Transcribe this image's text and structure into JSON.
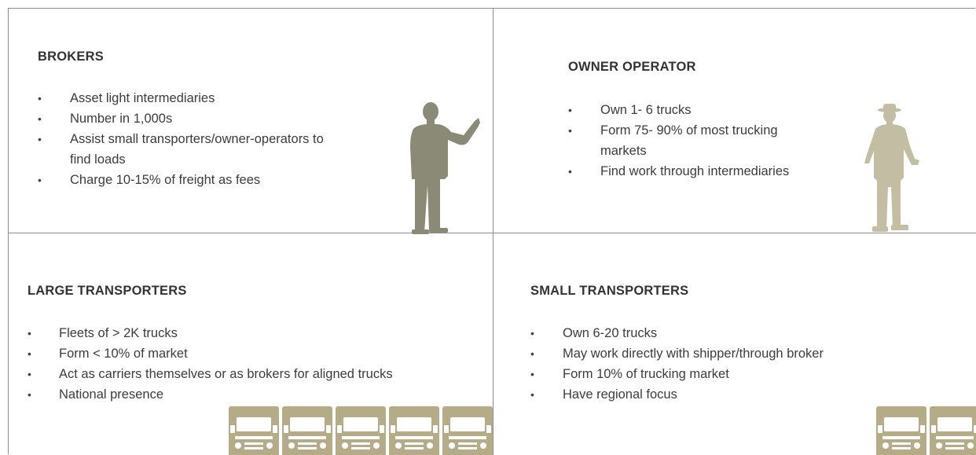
{
  "brokers": {
    "title": "BROKERS",
    "bullets": [
      "Asset light intermediaries",
      "Number in 1,000s",
      "Assist small transporters/owner-operators to",
      "find loads",
      "Charge 10-15% of freight as fees"
    ]
  },
  "owner_operator": {
    "title": "OWNER OPERATOR",
    "bullets": [
      "Own 1- 6 trucks",
      "Form 75- 90% of most trucking",
      "markets",
      "Find work through intermediaries"
    ]
  },
  "large_transporters": {
    "title": "LARGE TRANSPORTERS",
    "bullets": [
      "Fleets of > 2K trucks",
      "Form < 10% of market",
      "Act as carriers themselves or as brokers for aligned trucks",
      "National presence"
    ]
  },
  "small_transporters": {
    "title": "SMALL TRANSPORTERS",
    "bullets": [
      "Own 6-20 trucks",
      "May work directly with shipper/through broker",
      "Form 10% of trucking market",
      "Have regional focus"
    ]
  },
  "bullet_char": "•",
  "icons": {
    "broker_figure": "person-pointing-icon",
    "owner_figure": "person-with-hat-icon",
    "truck": "truck-icon"
  },
  "colors": {
    "broker_figure": "#8a8a76",
    "owner_figure": "#c3bda3",
    "truck": "#b5ab86"
  }
}
